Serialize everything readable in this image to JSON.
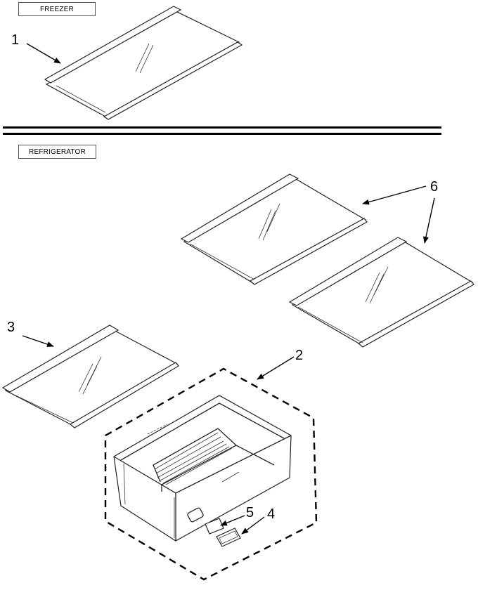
{
  "sections": {
    "freezer": "FREEZER",
    "refrigerator": "REFRIGERATOR"
  },
  "callouts": {
    "c1": "1",
    "c2": "2",
    "c3": "3",
    "c4": "4",
    "c5": "5",
    "c6": "6"
  }
}
